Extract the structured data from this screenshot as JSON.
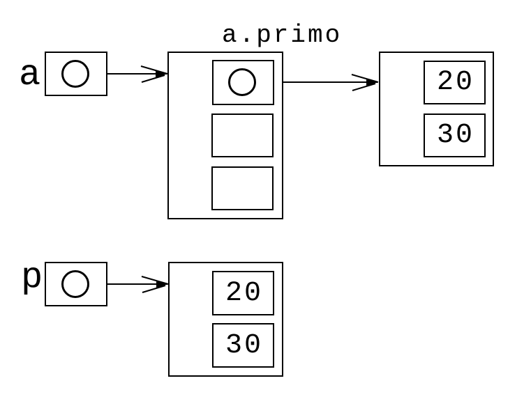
{
  "diagram": {
    "background": "#ffffff",
    "stroke": "#000000",
    "label_a": "a",
    "label_p": "p",
    "label_field": "a.primo",
    "top_list": {
      "slot_count": 3,
      "first_slot_content": "pointer-circle"
    },
    "top_value_box": {
      "values": [
        "20",
        "30"
      ]
    },
    "bottom_value_box": {
      "values": [
        "20",
        "30"
      ]
    }
  }
}
